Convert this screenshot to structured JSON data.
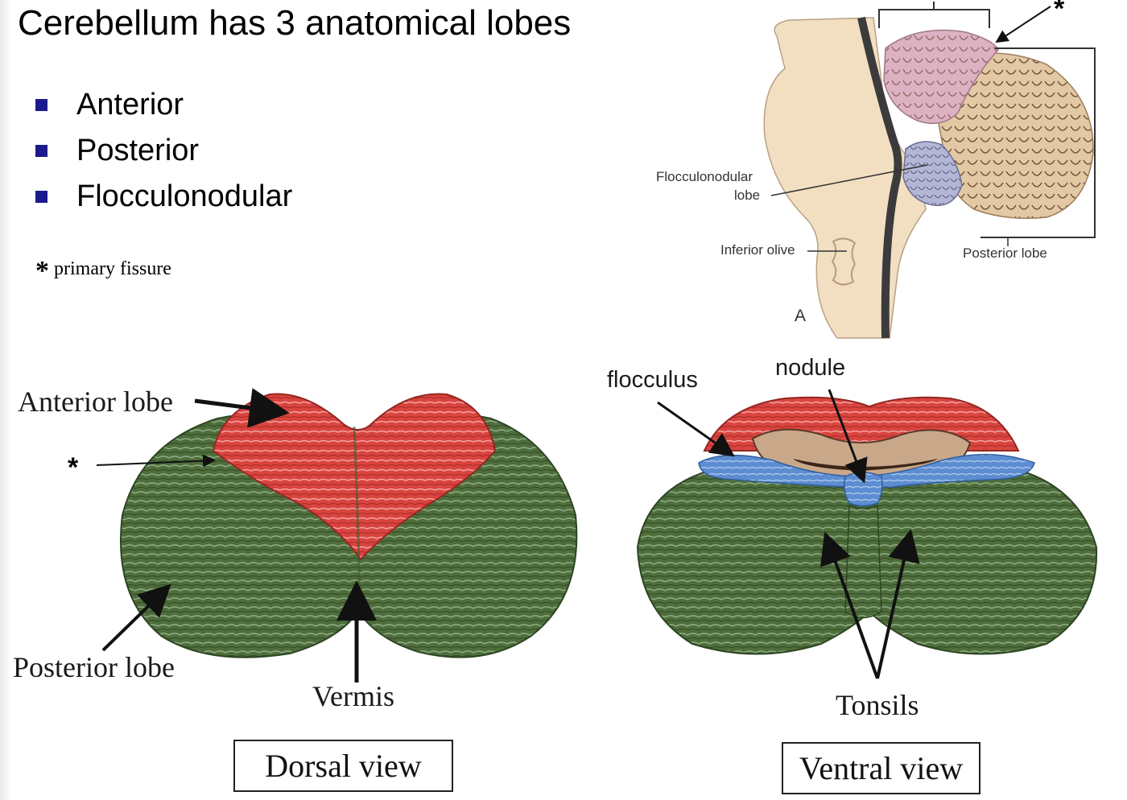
{
  "title": "Cerebellum has 3 anatomical lobes",
  "bullets": [
    "Anterior",
    "Posterior",
    "Flocculonodular"
  ],
  "note": {
    "symbol": "*",
    "text": "primary fissure"
  },
  "sagittal_figure": {
    "labels": {
      "flocculonodular_line1": "Flocculonodular",
      "flocculonodular_line2": "lobe",
      "inferior_olive": "Inferior olive",
      "posterior_lobe": "Posterior lobe",
      "panel": "A",
      "star": "*"
    }
  },
  "dorsal_figure": {
    "labels": {
      "anterior_lobe": "Anterior lobe",
      "star": "*",
      "posterior_lobe": "Posterior lobe",
      "vermis": "Vermis"
    },
    "caption": "Dorsal view"
  },
  "ventral_figure": {
    "labels": {
      "flocculus": "flocculus",
      "nodule": "nodule",
      "tonsils": "Tonsils"
    },
    "caption": "Ventral view"
  },
  "colors": {
    "anterior": "#d9443f",
    "posterior": "#4f6e3c",
    "flocculonodular": "#5d8dd0",
    "bullet": "#1a1a8c",
    "brainstem": "#f2dfc2",
    "sagittal_anterior": "#dcb2c2",
    "sagittal_posterior": "#e3c8a4",
    "sagittal_flocculonodular": "#b4b6d6"
  }
}
